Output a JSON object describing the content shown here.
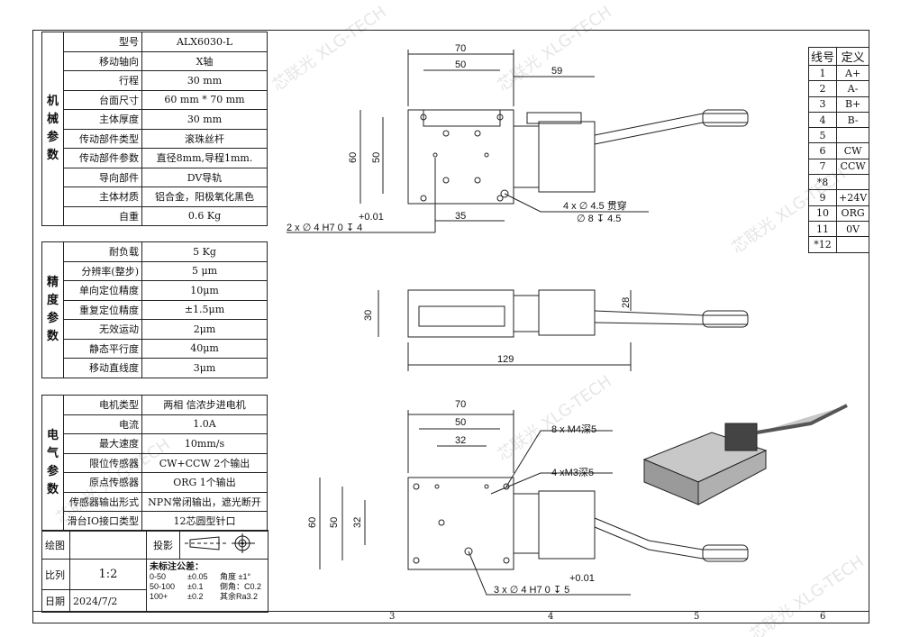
{
  "watermark": "芯联光 XLG-TECH",
  "mechanical": {
    "category": "机械参数",
    "rows": [
      {
        "label": "型号",
        "value": "ALX6030-L"
      },
      {
        "label": "移动轴向",
        "value": "X轴"
      },
      {
        "label": "行程",
        "value": "30 mm"
      },
      {
        "label": "台面尺寸",
        "value": "60 mm * 70 mm"
      },
      {
        "label": "主体厚度",
        "value": "30 mm"
      },
      {
        "label": "传动部件类型",
        "value": "滚珠丝杆"
      },
      {
        "label": "传动部件参数",
        "value": "直径8mm,导程1mm."
      },
      {
        "label": "导向部件",
        "value": "DV导轨"
      },
      {
        "label": "主体材质",
        "value": "铝合金，阳极氧化黑色"
      },
      {
        "label": "自重",
        "value": "0.6 Kg"
      }
    ]
  },
  "precision": {
    "category": "精度参数",
    "rows": [
      {
        "label": "耐负载",
        "value": "5 Kg"
      },
      {
        "label": "分辨率(整步)",
        "value": "5 μm"
      },
      {
        "label": "单向定位精度",
        "value": "10μm"
      },
      {
        "label": "重复定位精度",
        "value": "±1.5μm"
      },
      {
        "label": "无效运动",
        "value": "2μm"
      },
      {
        "label": "静态平行度",
        "value": "40μm"
      },
      {
        "label": "移动直线度",
        "value": "3μm"
      }
    ]
  },
  "electrical": {
    "category": "电气参数",
    "rows": [
      {
        "label": "电机类型",
        "value": "两相 信浓步进电机"
      },
      {
        "label": "电流",
        "value": "1.0A"
      },
      {
        "label": "最大速度",
        "value": "10mm/s"
      },
      {
        "label": "限位传感器",
        "value": "CW+CCW 2个输出"
      },
      {
        "label": "原点传感器",
        "value": "ORG 1个输出"
      },
      {
        "label": "传感器输出形式",
        "value": "NPN常闭输出，遮光断开"
      },
      {
        "label": "滑台IO接口类型",
        "value": "12芯圆型针口"
      }
    ]
  },
  "title_block": {
    "drawn_label": "绘图",
    "drawn_value": "",
    "projection_label": "投影",
    "scale_label": "比列",
    "scale_value": "1:2",
    "date_label": "日期",
    "date_value": "2024/7/2",
    "tolerance_title": "未标注公差：",
    "tolerances": [
      {
        "range": "0-50",
        "tol": "±0.05",
        "note": "角度 ±1°"
      },
      {
        "range": "50-100",
        "tol": "±0.1",
        "note": "倒角：C0.2"
      },
      {
        "range": "100+",
        "tol": "±0.2",
        "note": "其余Ra3.2"
      }
    ]
  },
  "wiring": {
    "headers": [
      "线号",
      "定义"
    ],
    "rows": [
      [
        "1",
        "A+"
      ],
      [
        "2",
        "A-"
      ],
      [
        "3",
        "B+"
      ],
      [
        "4",
        "B-"
      ],
      [
        "5",
        ""
      ],
      [
        "6",
        "CW"
      ],
      [
        "7",
        "CCW"
      ],
      [
        "*8",
        ""
      ],
      [
        "9",
        "+24V"
      ],
      [
        "10",
        "ORG"
      ],
      [
        "11",
        "0V"
      ],
      [
        "*12",
        ""
      ]
    ]
  },
  "dims": {
    "top_70": "70",
    "top_50": "50",
    "top_59": "59",
    "top_60": "60",
    "top_50v": "50",
    "top_35": "35",
    "hole_note1": "4 x ∅ 4.5 贯穿",
    "hole_note1b": "∅ 8 ↧ 4.5",
    "pin_note": "2 x ∅ 4 H7  0   ↧ 4",
    "pin_tol": "+0.01",
    "side_30": "30",
    "side_28": "28",
    "side_129": "129",
    "bot_70": "70",
    "bot_50": "50",
    "bot_32": "32",
    "bot_60": "60",
    "bot_50v": "50",
    "bot_32v": "32",
    "m4_note": "8 x M4深5",
    "m3_note": "4 xM3深5",
    "pin_note2": "3 x ∅ 4 H7  0   ↧ 5",
    "pin_tol2": "+0.01"
  },
  "ruler": [
    "3",
    "4",
    "5",
    "6"
  ]
}
